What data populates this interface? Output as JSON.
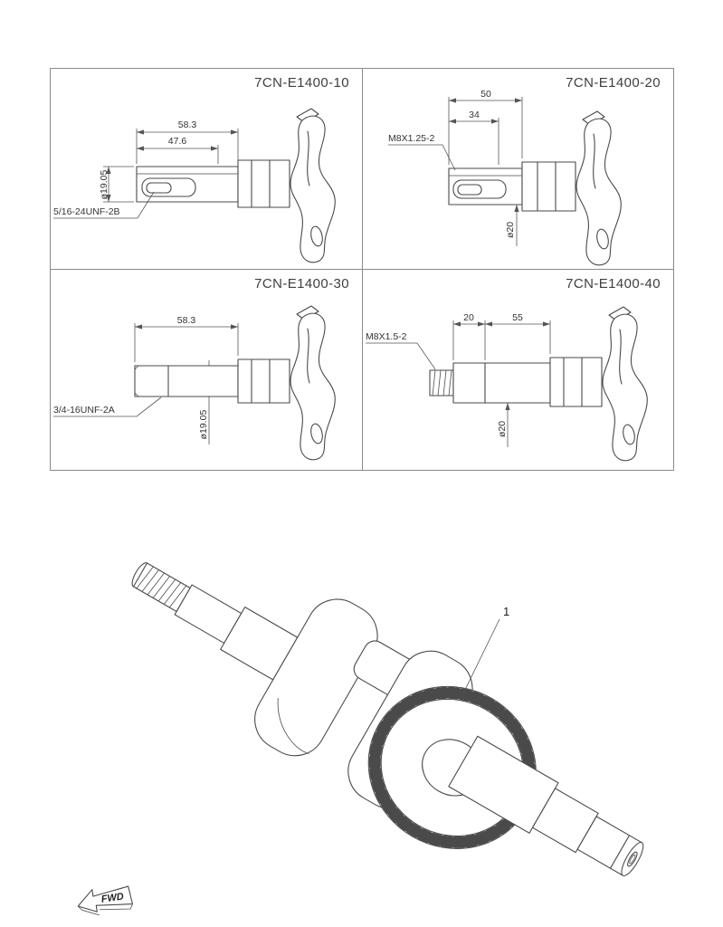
{
  "panels": [
    {
      "title": "7CN-E1400-10",
      "dim_length": "58.3",
      "dim_length2": "47.6",
      "dim_dia": "ø19.05",
      "thread_label": "5/16-24UNF-2B"
    },
    {
      "title": "7CN-E1400-20",
      "dim_length": "50",
      "dim_length2": "34",
      "dim_dia": "ø20",
      "thread_label": "M8X1.25-2"
    },
    {
      "title": "7CN-E1400-30",
      "dim_length": "58.3",
      "dim_dia": "ø19.05",
      "thread_label": "3/4-16UNF-2A"
    },
    {
      "title": "7CN-E1400-40",
      "dim_length": "20",
      "dim_length2": "55",
      "dim_dia": "ø20",
      "thread_label": "M8X1.5-2"
    }
  ],
  "figure": {
    "callout": "1"
  },
  "fwd": {
    "label": "FWD"
  }
}
